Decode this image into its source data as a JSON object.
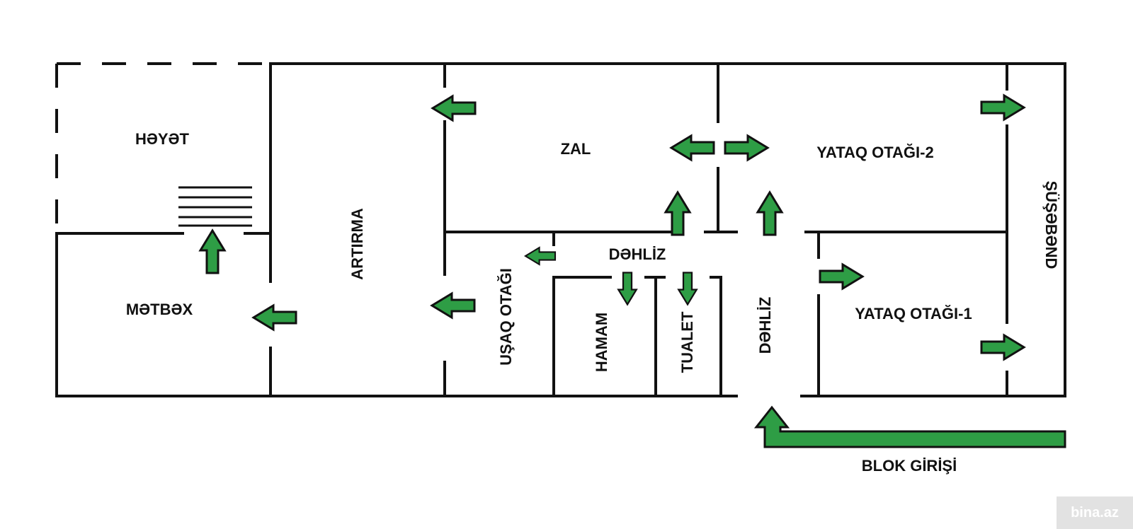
{
  "rooms": {
    "heyet": "HƏYƏT",
    "metbex": "MƏTBƏX",
    "artirma": "ARTIRMA",
    "zal": "ZAL",
    "yataq2": "YATAQ OTAĞI-2",
    "yataq1": "YATAQ OTAĞI-1",
    "sussebend": "ŞÜŞƏBƏND",
    "dehliz_top": "DƏHLİZ",
    "dehliz_vertical": "DƏHLİZ",
    "usaq": "UŞAQ OTAĞI",
    "hamam": "HAMAM",
    "tualet": "TUALET"
  },
  "entrance": "BLOK GİRİŞİ",
  "watermark": "bina.az",
  "colors": {
    "arrow_fill": "#2e9d45",
    "arrow_stroke": "#111111",
    "wall": "#111111"
  }
}
